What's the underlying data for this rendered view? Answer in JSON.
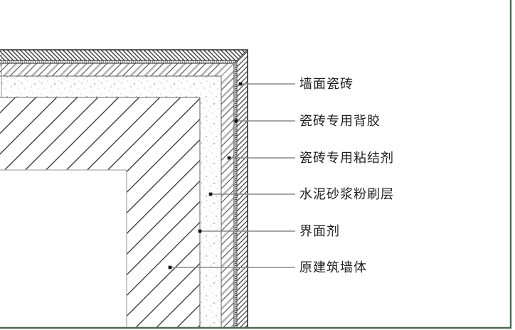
{
  "diagram": {
    "kind": "wall-tile-installation-section-detail",
    "callouts": [
      {
        "id": "wall-tile",
        "text": "墙面瓷砖"
      },
      {
        "id": "tile-back-glue",
        "text": "瓷砖专用背胶"
      },
      {
        "id": "tile-adhesive",
        "text": "瓷砖专用粘结剂"
      },
      {
        "id": "cement-mortar-plaster",
        "text": "水泥砂浆粉刷层"
      },
      {
        "id": "interface-agent",
        "text": "界面剂"
      },
      {
        "id": "original-wall",
        "text": "原建筑墙体"
      }
    ],
    "colors": {
      "frame": "#4a6b52",
      "leader": "#8a8a8a",
      "marker": "#141414",
      "ink": "#1f1f1f",
      "hatch_dark": "#3d3d3d",
      "hatch_gray": "#b3b3b3",
      "stipple": "#b0b0b0",
      "background": "#ffffff"
    }
  }
}
